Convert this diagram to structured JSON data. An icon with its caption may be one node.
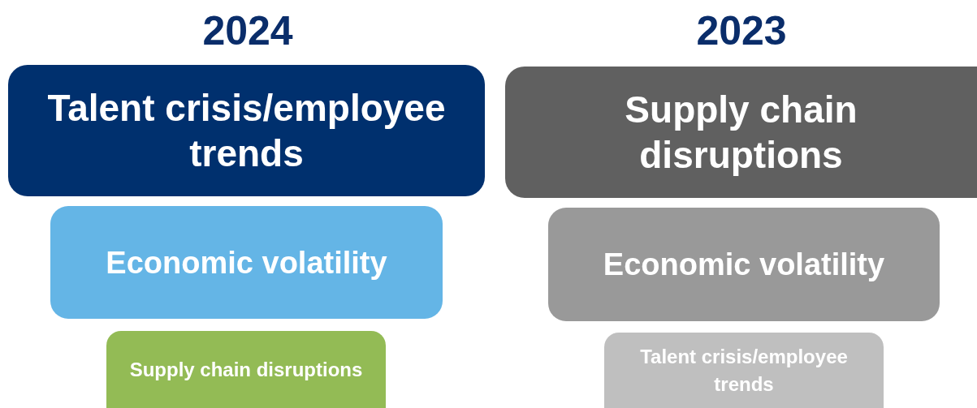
{
  "diagram": {
    "nodes": [
      {
        "text": [
          "Talent crisis/employee trends"
        ]
      },
      {
        "text": [
          "Economic volatility"
        ]
      },
      {
        "text": [
          "Supply chain disruptions"
        ]
      },
      {
        "text": [
          "Supply chain disruptions"
        ]
      },
      {
        "text": [
          "Economic volatility"
        ]
      },
      {
        "text": [
          "Talent crisis/employee trends"
        ]
      }
    ],
    "labels": [
      "2024",
      "2023"
    ]
  }
}
